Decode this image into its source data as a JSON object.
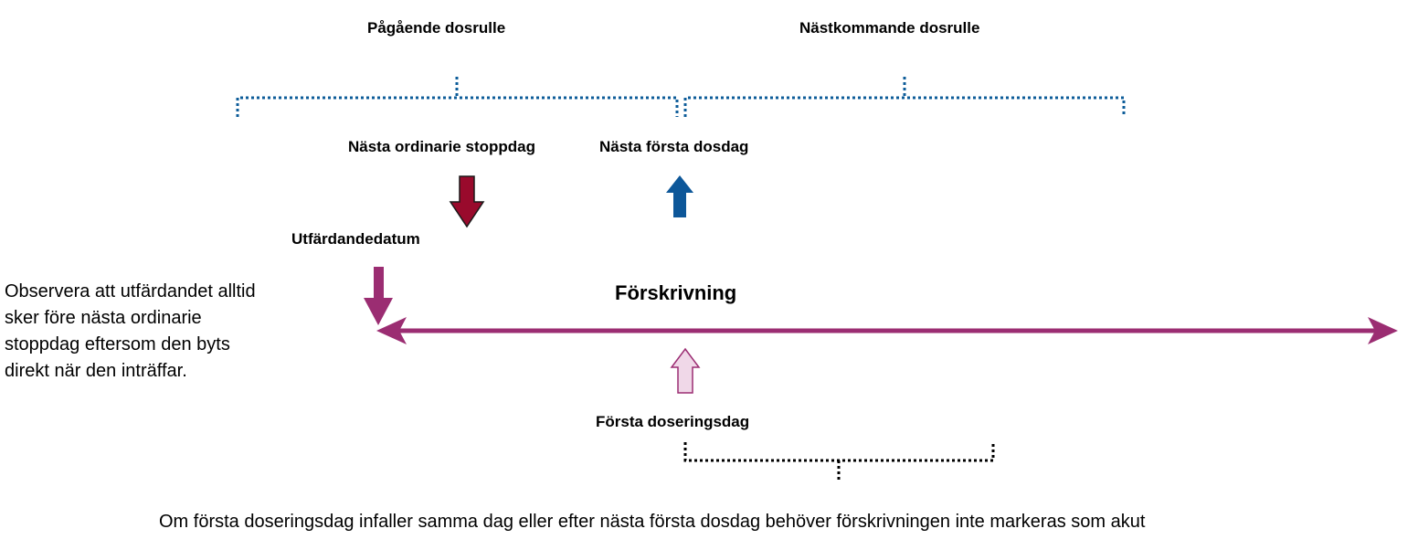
{
  "labels": {
    "current_roll": "Pågående dosrulle",
    "next_roll": "Nästkommande dosrulle",
    "next_stop_day": "Nästa ordinarie stoppdag",
    "next_first_dose_day": "Nästa första dosdag",
    "issue_date": "Utfärdandedatum",
    "prescription": "Förskrivning",
    "first_dosing_day": "Första doseringsdag"
  },
  "notes": {
    "issue_note_lines": [
      "Observera att utfärdandet alltid",
      "sker före nästa ordinarie",
      "stoppdag eftersom den byts",
      "direkt när den inträffar."
    ],
    "bottom_note": "Om första doseringsdag infaller samma dag eller efter nästa första dosdag behöver förskrivningen inte markeras som akut"
  },
  "colors": {
    "bracket_blue": "#0d5c99",
    "bracket_black": "#000000",
    "stop_arrow": "#990a2c",
    "dose_arrow": "#0d5799",
    "timeline": "#9b2d72",
    "first_dose_arrow_fill": "#f0d8e8",
    "first_dose_arrow_stroke": "#9b2d72"
  }
}
